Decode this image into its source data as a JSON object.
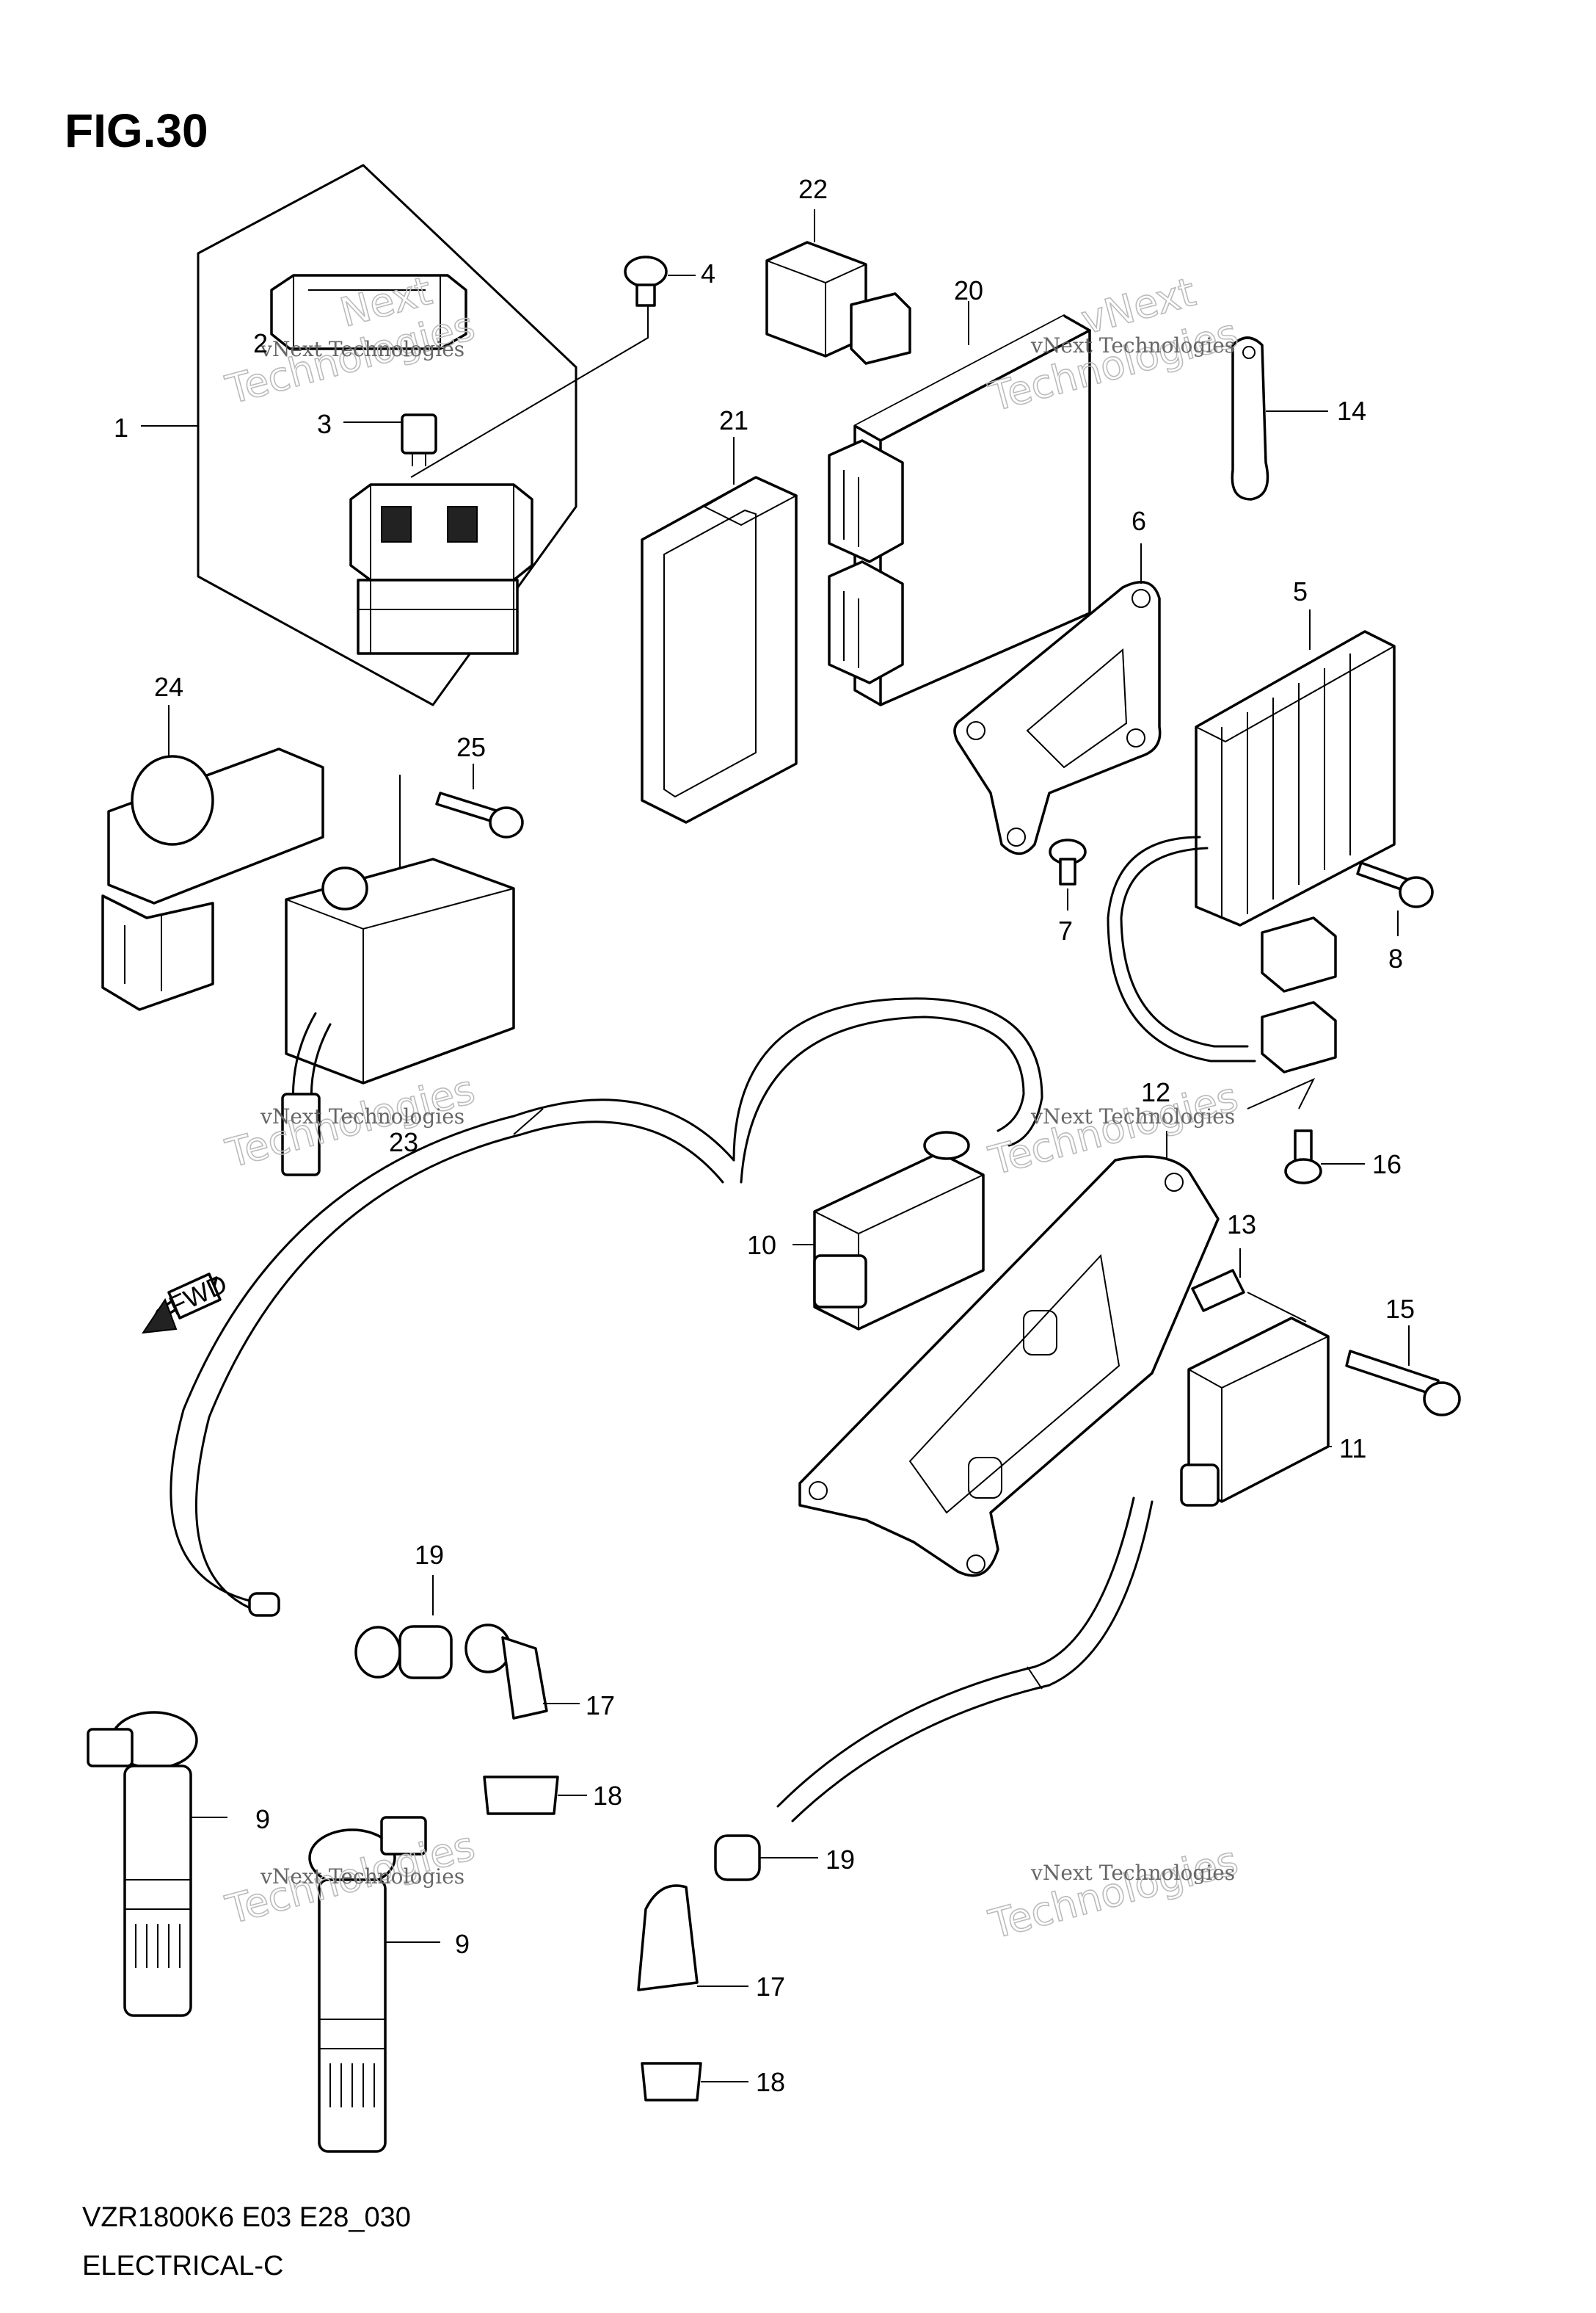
{
  "figure": {
    "title": "FIG.30"
  },
  "footer": {
    "model_code": "VZR1800K6 E03 E28_030",
    "section": "ELECTRICAL-C"
  },
  "fwd_label": "FWD",
  "watermark": {
    "line1": "vNext Technologies",
    "line2": "Technologies"
  },
  "watermark_top": {
    "line1": "vNext",
    "line2": "Next"
  },
  "callouts": [
    "1",
    "2",
    "3",
    "4",
    "5",
    "6",
    "7",
    "8",
    "9",
    "9",
    "10",
    "11",
    "12",
    "13",
    "14",
    "15",
    "16",
    "17",
    "17",
    "18",
    "18",
    "19",
    "19",
    "20",
    "21",
    "22",
    "23",
    "24",
    "25"
  ]
}
